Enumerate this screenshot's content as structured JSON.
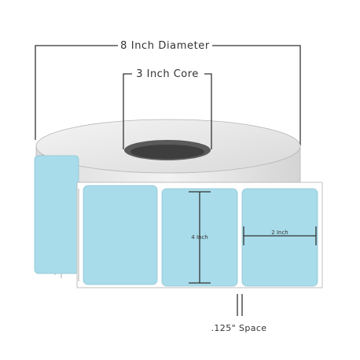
{
  "labels": {
    "diameter": "8 Inch Diameter",
    "core": "3 Inch Core",
    "label_height": "4 Inch",
    "label_width": "2 Inch",
    "spacing": ".125\" Space"
  },
  "colors": {
    "label_fill": "#a8dcea",
    "roll_face": "#e6e6e6",
    "core_hole": "#5a5a5a",
    "dimension_line": "#333333"
  }
}
